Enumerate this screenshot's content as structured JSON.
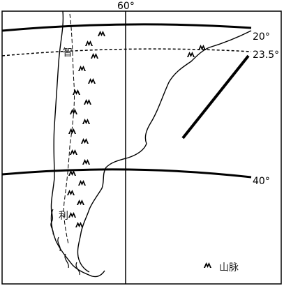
{
  "map": {
    "longitude_label": "60°",
    "latitudes": [
      {
        "label": "20°",
        "style": "solid"
      },
      {
        "label": "23.5°",
        "style": "dashed"
      },
      {
        "label": "40°",
        "style": "solid"
      }
    ],
    "country_chars": [
      "智",
      "利"
    ],
    "legend": {
      "label": "山脉",
      "icon": "mountain-range-icon"
    },
    "colors": {
      "line": "#000000",
      "background": "#ffffff"
    }
  }
}
